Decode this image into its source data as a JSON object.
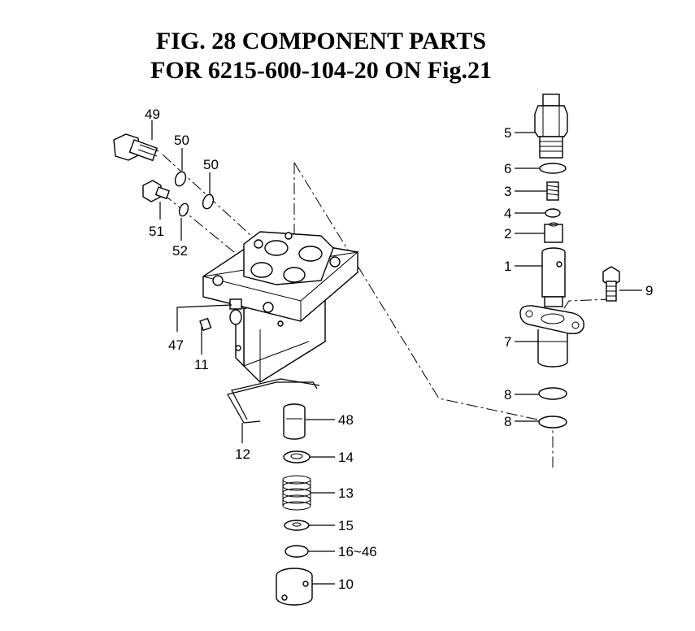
{
  "title": {
    "line1": "FIG. 28  COMPONENT PARTS",
    "line2": "FOR 6215-600-104-20 ON Fig.21"
  },
  "callouts": {
    "p1": "1",
    "p2": "2",
    "p3": "3",
    "p4": "4",
    "p5": "5",
    "p6": "6",
    "p7": "7",
    "p8a": "8",
    "p8b": "8",
    "p9": "9",
    "p10": "10",
    "p11": "11",
    "p12": "12",
    "p13": "13",
    "p14": "14",
    "p15": "15",
    "p16": "16~46",
    "p47": "47",
    "p48": "48",
    "p49": "49",
    "p50a": "50",
    "p50b": "50",
    "p51": "51",
    "p52": "52"
  }
}
